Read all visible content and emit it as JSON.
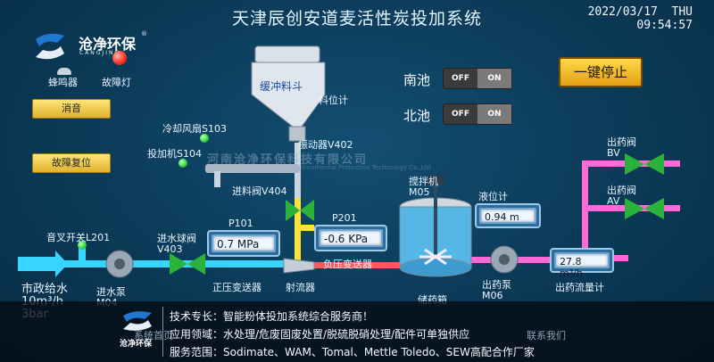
{
  "title": "天津辰创安道麦活性炭投加系统",
  "date": "2022/03/17",
  "weekday": "THU",
  "time": "09:54:57",
  "brand": {
    "name": "沧净环保",
    "sub": "CANGJING",
    "mark": "®"
  },
  "alarm": {
    "buzzer": "蜂鸣器",
    "fault_lamp": "故障灯"
  },
  "buttons": {
    "mute": "消音",
    "reset": "故障复位",
    "estop": "一键停止"
  },
  "pools": [
    {
      "name": "南池",
      "off": "OFF",
      "on": "ON"
    },
    {
      "name": "北池",
      "off": "OFF",
      "on": "ON"
    }
  ],
  "hopper": {
    "name": "缓冲料斗",
    "level": "料位计",
    "vibrator": "振动器V402"
  },
  "feed": {
    "fan": "冷却风扇S103",
    "feeder": "投加机S104",
    "valve": "进料阀V404"
  },
  "inlet": {
    "switch": "音叉开关L201",
    "ball_valve": "进水球阀",
    "ball_valve_id": "V403",
    "pump": "进水泵",
    "pump_id": "M04",
    "source": "市政给水",
    "flow": "10m³/h",
    "pressure": "3bar"
  },
  "p101": {
    "tag": "P101",
    "value": "0.7 MPa",
    "label": "正压变送器"
  },
  "p201": {
    "tag": "P201",
    "value": "-0.6 KPa",
    "label": "负压变送器"
  },
  "ejector": "射流器",
  "tank": {
    "mixer": "搅拌机",
    "mixer_id": "M05",
    "name": "储药箱",
    "level_label": "液位计",
    "level": "0.94 m"
  },
  "outlet": {
    "pump": "出药泵",
    "pump_id": "M06",
    "flow_label": "出药流量计",
    "flow": "27.8 m³/h",
    "valve1": "出药阀",
    "valve1_id": "BV",
    "valve2": "出药阀",
    "valve2_id": "AV"
  },
  "watermark": {
    "cn": "河南沧净环保科技有限公司",
    "en": "Henan Cangjing Environmental Protection Technology Co.,Ltd"
  },
  "footer": {
    "skill": "技术专长：智能粉体投加系统综合服务商！",
    "apps": "应用领域：水处理/危废固废处置/脱硫脱硝处理/配件可单独供应",
    "scope": "服务范围：Sodimate、WAM、Tomal、Mettle Toledo、SEW高配合作厂家",
    "nav_left": "系统首页",
    "nav_right": "联系我们"
  },
  "colors": {
    "water": "#36d6ff",
    "dosing": "#ff6ad8",
    "negative": "#ffe23a",
    "powder": "#c9d6e2",
    "green": "#2fd33a"
  }
}
